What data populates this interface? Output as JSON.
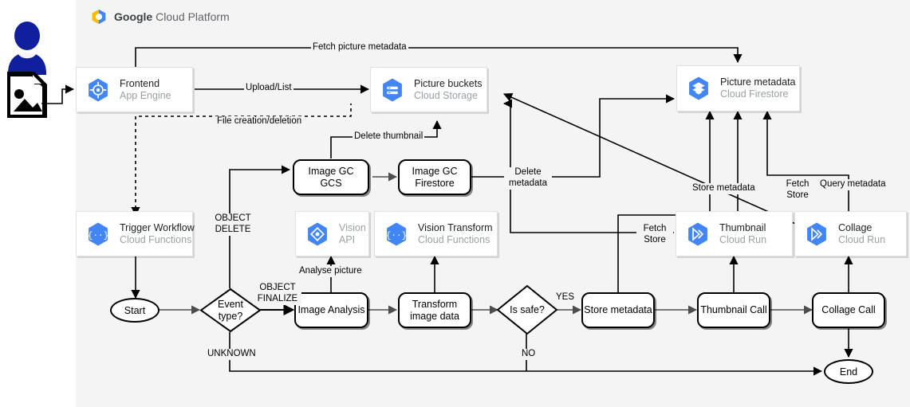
{
  "header": {
    "brand_bold": "Google",
    "brand_rest": " Cloud Platform",
    "logo_icon": "google-cloud-logo-icon"
  },
  "actor": {
    "person_icon": "user-person-icon",
    "file_icon": "image-file-icon",
    "person_color": "#0f1f9e",
    "file_color": "#000000"
  },
  "services": [
    {
      "id": "frontend",
      "title": "Frontend",
      "subtitle": "App Engine",
      "icon": "app-engine-icon",
      "stacked": true,
      "muted_title": false
    },
    {
      "id": "picture-buckets",
      "title": "Picture buckets",
      "subtitle": "Cloud Storage",
      "icon": "cloud-storage-icon",
      "stacked": true,
      "muted_title": false
    },
    {
      "id": "picture-metadata",
      "title": "Picture metadata",
      "subtitle": "Cloud Firestore",
      "icon": "cloud-firestore-icon",
      "stacked": false,
      "muted_title": false
    },
    {
      "id": "trigger-workflow",
      "title": "Trigger Workflow",
      "subtitle": "Cloud Functions",
      "icon": "cloud-functions-icon",
      "stacked": true,
      "muted_title": false
    },
    {
      "id": "vision-api",
      "title": "Vision",
      "subtitle": "API",
      "icon": "vision-api-icon",
      "stacked": false,
      "muted_title": true
    },
    {
      "id": "vision-transform",
      "title": "Vision Transform",
      "subtitle": "Cloud Functions",
      "icon": "cloud-functions-icon",
      "stacked": false,
      "muted_title": false
    },
    {
      "id": "thumbnail",
      "title": "Thumbnail",
      "subtitle": "Cloud Run",
      "icon": "cloud-run-icon",
      "stacked": false,
      "muted_title": false
    },
    {
      "id": "collage",
      "title": "Collage",
      "subtitle": "Cloud Run",
      "icon": "cloud-run-icon",
      "stacked": false,
      "muted_title": false
    }
  ],
  "gc_nodes": {
    "image_gc_gcs": "Image GC\nGCS",
    "image_gc_gcs_l1": "Image GC",
    "image_gc_gcs_l2": "GCS",
    "image_gc_firestore_l1": "Image GC",
    "image_gc_firestore_l2": "Firestore"
  },
  "flow": {
    "start": "Start",
    "end": "End",
    "event_type_l1": "Event",
    "event_type_l2": "type?",
    "image_analysis": "Image Analysis",
    "transform_l1": "Transform",
    "transform_l2": "image data",
    "is_safe": "Is safe?",
    "store_metadata": "Store metadata",
    "thumbnail_call": "Thumbnail Call",
    "collage_call": "Collage Call"
  },
  "edge_labels": {
    "fetch_picture_metadata": "Fetch picture metadata",
    "upload_list": "Upload/List",
    "file_creation_deletion": "File creation/deletion",
    "delete_thumbnail": "Delete thumbnail",
    "delete_metadata_l1": "Delete",
    "delete_metadata_l2": "metadata",
    "object_delete_l1": "OBJECT",
    "object_delete_l2": "DELETE",
    "object_finalize_l1": "OBJECT",
    "object_finalize_l2": "FINALIZE",
    "unknown": "UNKNOWN",
    "analyse_picture": "Analyse picture",
    "yes": "YES",
    "no": "NO",
    "store_metadata": "Store metadata",
    "fetch_store_left_l1": "Fetch",
    "fetch_store_left_l2": "Store",
    "fetch_store_right_l1": "Fetch",
    "fetch_store_right_l2": "Store",
    "query_metadata": "Query metadata"
  },
  "colors": {
    "panel_bg": "#f4f4f4",
    "gcp_blue": "#4285f4",
    "gcp_blue_dark": "#3367d6",
    "line": "#000000",
    "muted_text": "#9aa0a6"
  }
}
